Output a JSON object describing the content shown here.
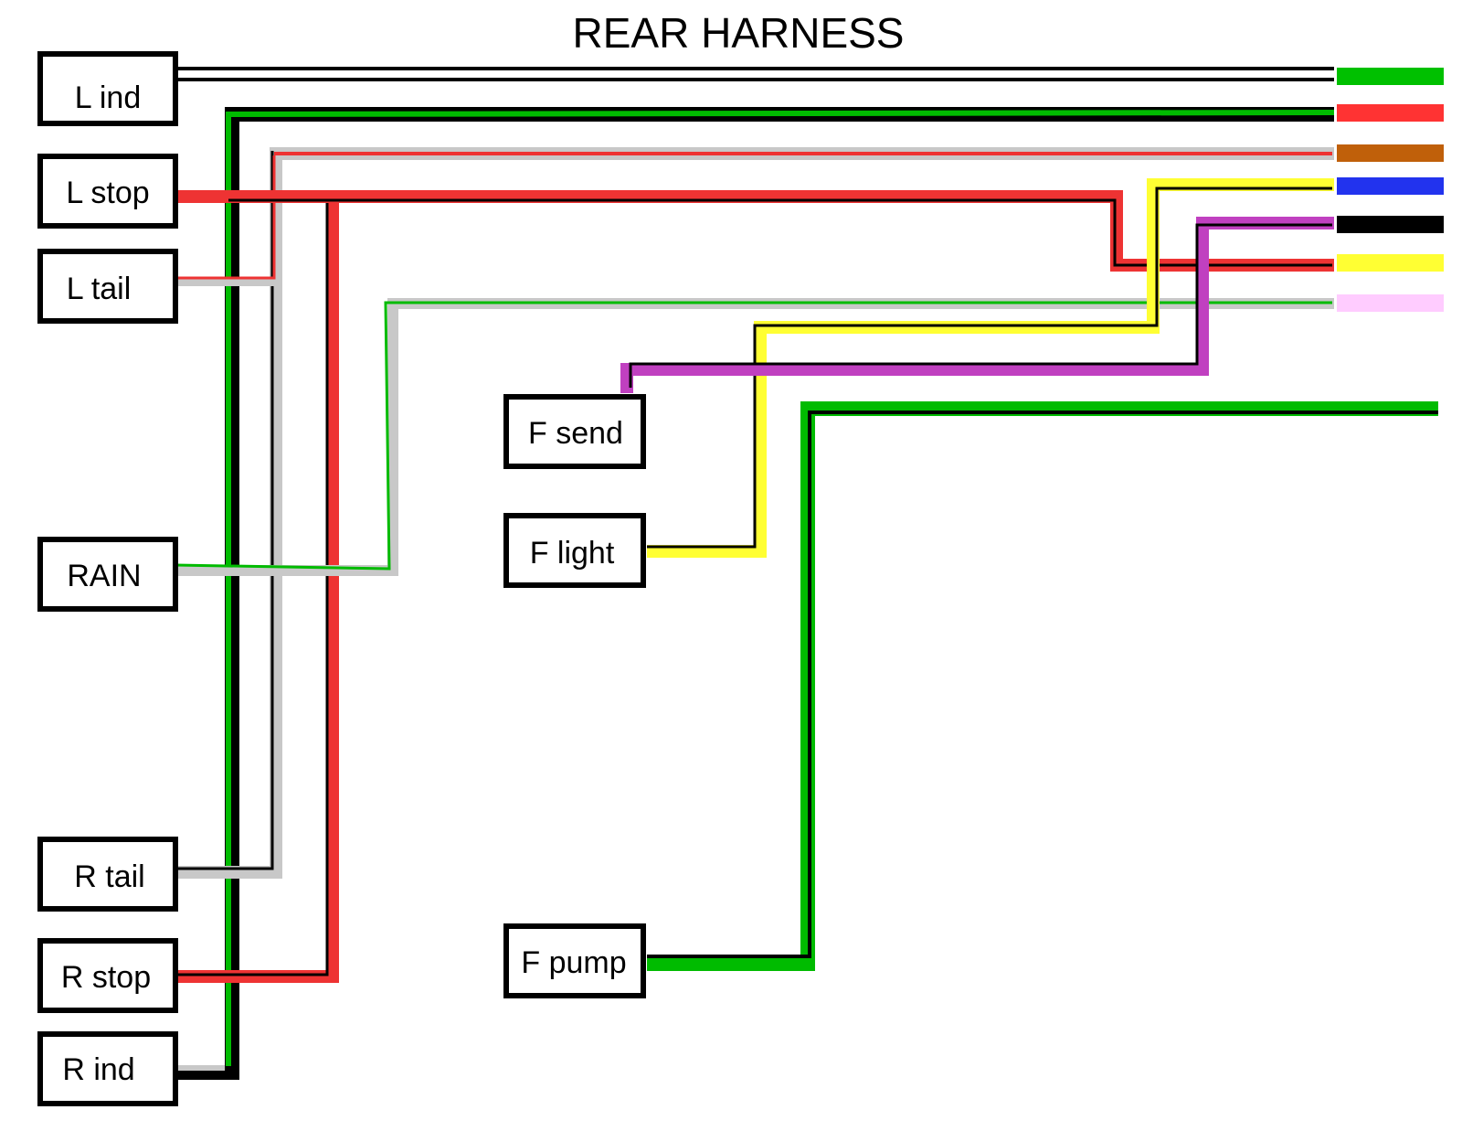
{
  "title": "REAR HARNESS",
  "connectors": {
    "l_ind": "L ind",
    "l_stop": "L stop",
    "l_tail": "L tail",
    "rain": "RAIN",
    "r_tail": "R tail",
    "r_stop": "R stop",
    "r_ind": "R ind",
    "f_send": "F send",
    "f_light": "F light",
    "f_pump": "F pump"
  },
  "wires": [
    {
      "from": "L ind",
      "insulation": "white",
      "tracer": "black",
      "end_color": "#00c000"
    },
    {
      "from": "R ind",
      "insulation": "green",
      "tracer": "black",
      "end_color": "#ff3333"
    },
    {
      "from": "L tail / R tail",
      "insulation": "grey",
      "tracer": "red",
      "end_color": "#c0600a"
    },
    {
      "from": "F light",
      "insulation": "yellow",
      "tracer": "black",
      "end_color": "#2233ee"
    },
    {
      "from": "F send",
      "insulation": "purple",
      "tracer": "black",
      "end_color": "#000000"
    },
    {
      "from": "L stop / R stop",
      "insulation": "red",
      "tracer": "black",
      "end_color": "#ffff33"
    },
    {
      "from": "RAIN",
      "insulation": "grey",
      "tracer": "green",
      "end_color": "#ffccff"
    },
    {
      "from": "F pump",
      "insulation": "green",
      "tracer": "black",
      "end_color": "#00c000"
    }
  ],
  "colors": {
    "red": "#ee3333",
    "green": "#00bb00",
    "grey": "#c8c8c8",
    "yellow": "#ffff33",
    "purple": "#c040c0",
    "black": "#000000"
  }
}
